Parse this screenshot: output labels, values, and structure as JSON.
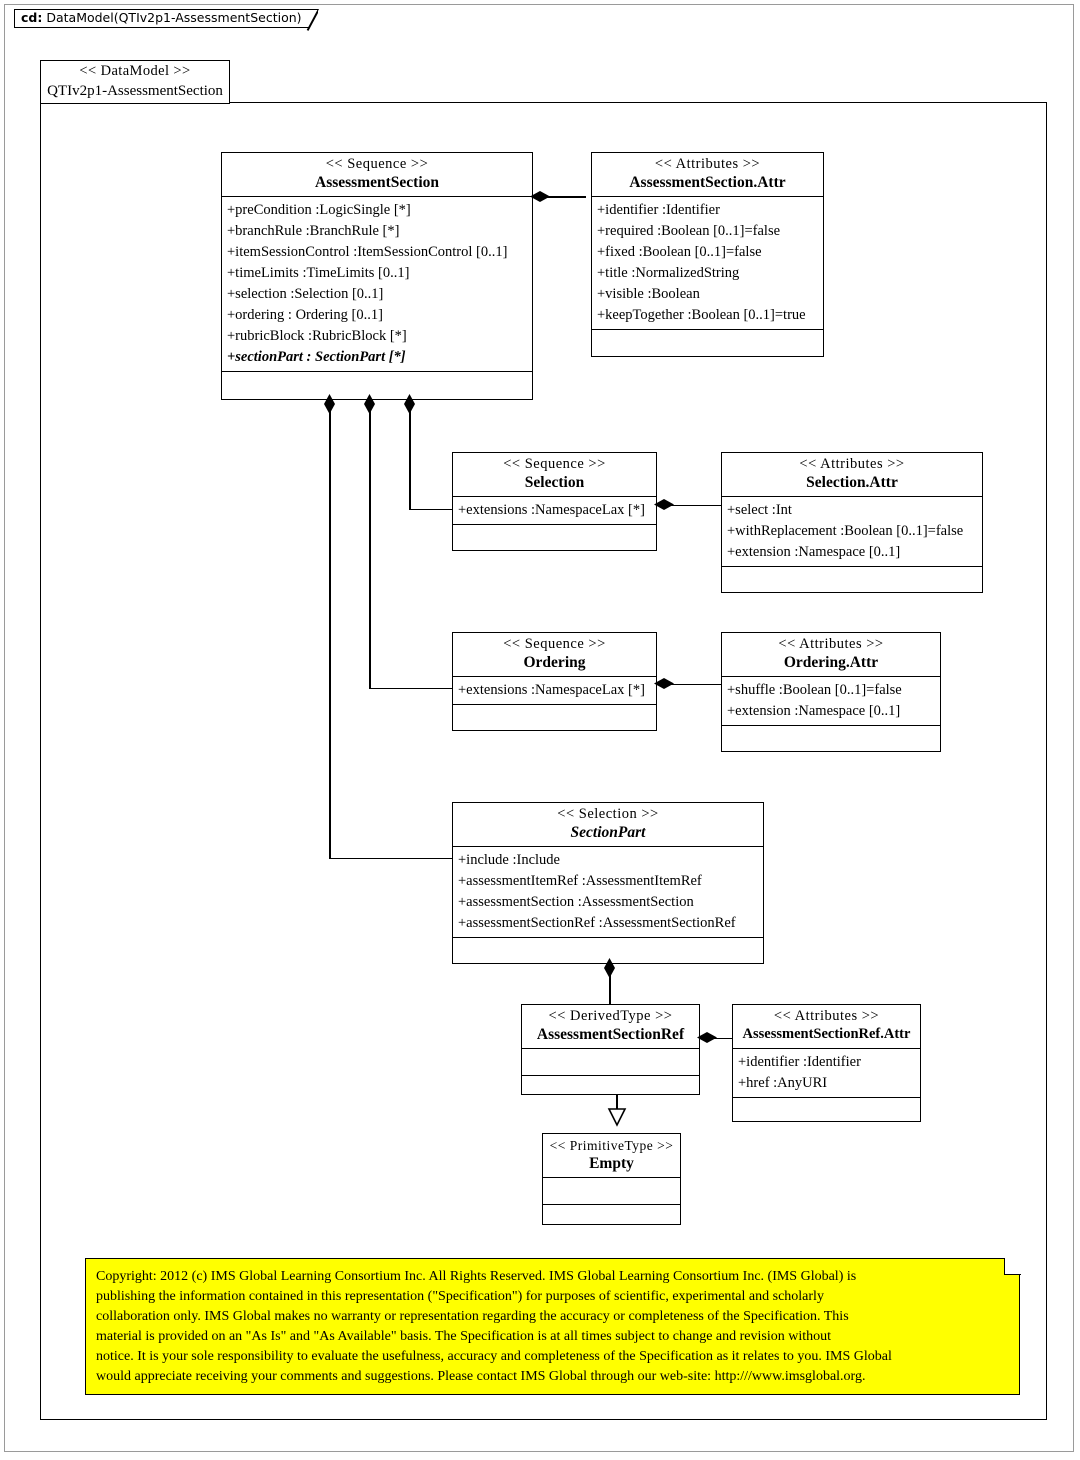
{
  "diagram": {
    "tab_key": "cd:",
    "tab_title": "DataModel(QTIv2p1-AssessmentSection)"
  },
  "package": {
    "stereotype": "<< DataModel >>",
    "name": "QTIv2p1-AssessmentSection"
  },
  "classes": {
    "assessment_section": {
      "stereotype": "<< Sequence >>",
      "name": "AssessmentSection",
      "attributes": [
        "+preCondition :LogicSingle  [*]",
        "+branchRule :BranchRule  [*]",
        "+itemSessionControl  :ItemSessionControl  [0..1]",
        "+timeLimits  :TimeLimits  [0..1]",
        "+selection :Selection [0..1]",
        "+ordering : Ordering [0..1]",
        "+rubricBlock :RubricBlock [*]",
        "+sectionPart : SectionPart [*]"
      ]
    },
    "assessment_section_attr": {
      "stereotype": "<< Attributes  >>",
      "name": "AssessmentSection.Attr",
      "attributes": [
        "+identifier  :Identifier",
        "+required :Boolean [0..1]=false",
        "+fixed :Boolean [0..1]=false",
        "+title :NormalizedString",
        "+visible  :Boolean",
        "+keepTogether :Boolean [0..1]=true"
      ]
    },
    "selection": {
      "stereotype": "<< Sequence  >>",
      "name": "Selection",
      "attributes": [
        "+extensions  :NamespaceLax [*]"
      ]
    },
    "selection_attr": {
      "stereotype": "<< Attributes  >>",
      "name": "Selection.Attr",
      "attributes": [
        "+select :Int",
        "+withReplacement  :Boolean [0..1]=false",
        "+extension :Namespace [0..1]"
      ]
    },
    "ordering": {
      "stereotype": "<< Sequence  >>",
      "name": "Ordering",
      "attributes": [
        "+extensions  :NamespaceLax [*]"
      ]
    },
    "ordering_attr": {
      "stereotype": "<< Attributes  >>",
      "name": "Ordering.Attr",
      "attributes": [
        "+shuffle :Boolean [0..1]=false",
        "+extension :Namespace [0..1]"
      ]
    },
    "section_part": {
      "stereotype": "<< Selection  >>",
      "name": "SectionPart",
      "abstract": true,
      "attributes": [
        "+include :Include",
        "+assessmentItemRef  :AssessmentItemRef",
        "+assessmentSection  :AssessmentSection",
        "+assessmentSectionRef  :AssessmentSectionRef"
      ]
    },
    "assessment_section_ref": {
      "stereotype": "<< DerivedType  >>",
      "name": "AssessmentSectionRef",
      "attributes": []
    },
    "assessment_section_ref_attr": {
      "stereotype": "<< Attributes  >>",
      "name": "AssessmentSectionRef.Attr",
      "attributes": [
        "+identifier  :Identifier",
        "+href :AnyURI"
      ]
    },
    "empty": {
      "stereotype": "<< PrimitiveType  >>",
      "name": "Empty",
      "attributes": []
    }
  },
  "note": {
    "lines": [
      "Copyright: 2012 (c) IMS Global Learning Consortium Inc.  All Rights Reserved.  IMS Global Learning Consortium Inc. (IMS Global) is",
      "publishing the information contained in this representation (\"Specification\") for purposes of scientific, experimental and scholarly",
      "collaboration only.  IMS Global makes no warranty or representation regarding the accuracy or completeness of the Specification.  This",
      "material is provided on an \"As Is\" and \"As Available\" basis.  The Specification is at all times subject to change and revision without",
      "notice.  It is your sole responsibility to evaluate the usefulness, accuracy and completeness of the Specification as it relates to you.  IMS Global",
      "would appreciate receiving your comments and suggestions.  Please contact IMS Global through our web-site: http:///www.imsglobal.org."
    ],
    "background_color": "#ffff00"
  },
  "colors": {
    "line": "#000000",
    "canvas": "#ffffff",
    "note": "#ffff00",
    "frame": "#9a9a9a"
  }
}
